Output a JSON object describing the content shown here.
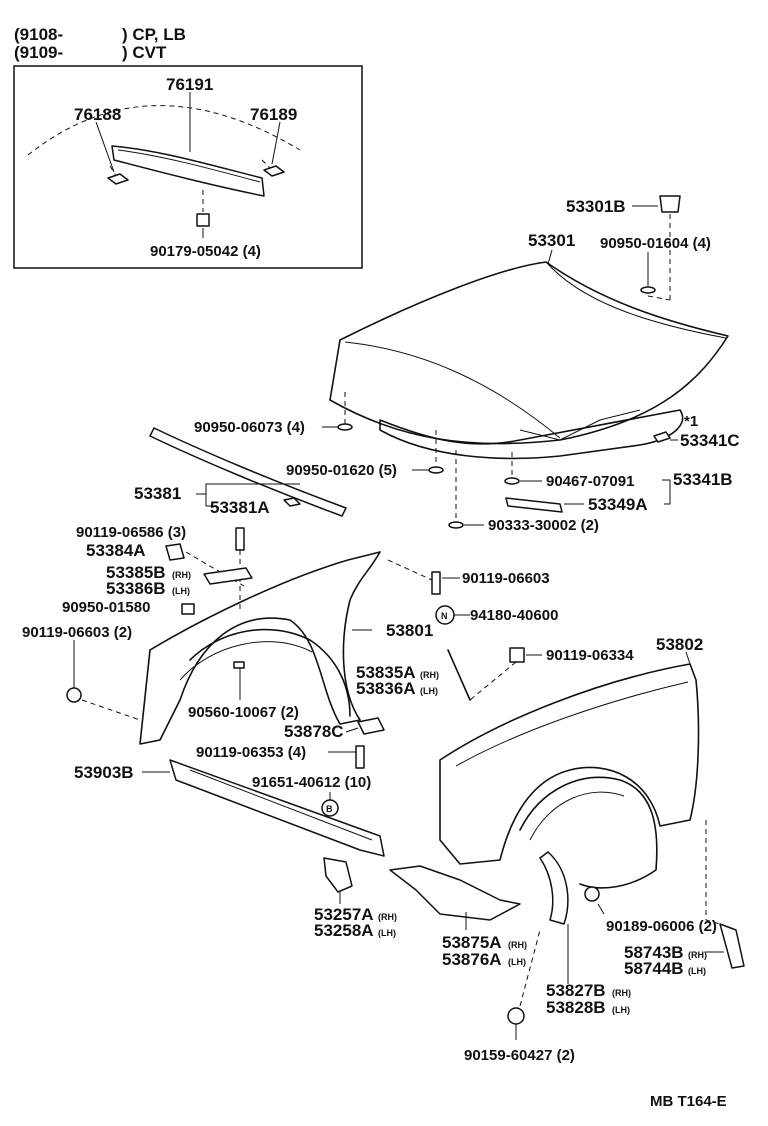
{
  "header": {
    "line1_code": "(9108-",
    "line1_note": ") CP, LB",
    "line2_code": "(9109-",
    "line2_note": ") CVT"
  },
  "inset_box": {
    "labels": [
      "76191",
      "76188",
      "76189",
      "90179-05042 (4)"
    ]
  },
  "hood": {
    "labels": [
      "53301B",
      "53301",
      "90950-01604 (4)",
      "90950-06073 (4)",
      "53341C",
      "90950-01620 (5)",
      "90467-07091",
      "53341B",
      "53349A",
      "90333-30002 (2)",
      "*1"
    ]
  },
  "seal": {
    "labels": [
      "53381",
      "53381A"
    ]
  },
  "left_fender": {
    "labels": [
      "90119-06586 (3)",
      "53384A",
      "90950-01580",
      "90119-06603 (2)",
      "90560-10067 (2)",
      "53878C",
      "90119-06353 (4)",
      "91651-40612 (10)",
      "53903B",
      "53801",
      "90119-06603",
      "94180-40600"
    ],
    "liner_rh": "53835A",
    "liner_lh": "53836A",
    "bracket_rh": "53385B",
    "bracket_lh": "53386B",
    "n_symbol": "N",
    "b_symbol": "B"
  },
  "lower_left": {
    "rh": "53257A",
    "lh": "53258A"
  },
  "right_fender": {
    "labels": [
      "53802",
      "90119-06334",
      "90189-06006 (2)",
      "90159-60427 (2)"
    ],
    "splash_rh": "53875A",
    "splash_lh": "53876A",
    "mudguard_rh": "53827B",
    "mudguard_lh": "53828B",
    "molding_rh": "58743B",
    "molding_lh": "58744B"
  },
  "suffix": {
    "rh": "(RH)",
    "lh": "(LH)"
  },
  "footer": {
    "code": "MB T164-E"
  }
}
